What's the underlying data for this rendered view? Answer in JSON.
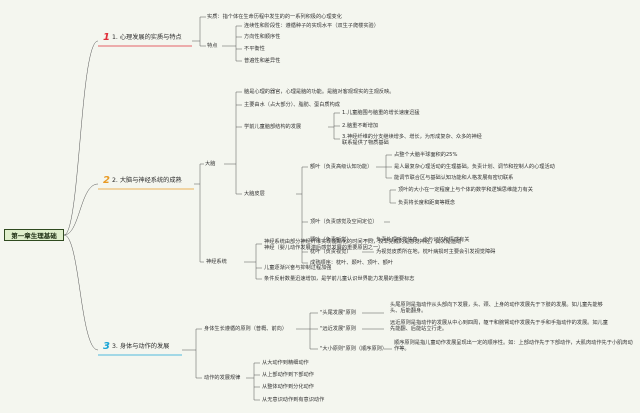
{
  "root": "第一章生理基础",
  "branches": {
    "b1": {
      "num": "1",
      "label": "1. 心理发展的实质与特点",
      "color": "#e0303a"
    },
    "b2": {
      "num": "2",
      "label": "2. 大脑与神经系统的成熟",
      "color": "#e89a24"
    },
    "b3": {
      "num": "3",
      "label": "3. 身体与动作的发展",
      "color": "#1aa5d6"
    }
  },
  "b1": {
    "shizhi": "实质：指个体在生命历程中发生的的一系列积极的心理变化",
    "tedian": "特点",
    "tedian_items": [
      "连续性和阶段性：遵循种子的实现水平（双生子爬楼实验）",
      "方向性和顺序性",
      "不平衡性",
      "普遍性和差异性"
    ]
  },
  "b2": {
    "danao": "大脑",
    "dn1": "脑是心理的器官，心理是脑的功能。是脑对客观现实的主观反映。",
    "dn2": "主要由水（占大部分）、脂肪、蛋白质构成",
    "xueling": "学前儿童脑部结构的发展",
    "xl_items": [
      "1.儿童脑围与脑重的增长速度迅猛",
      "2.脑重不断增加",
      "3.神经纤维的分支继续增多、增长，为形成复杂、众多的神经联系提供了物质基础"
    ],
    "piceng": "大脑皮层",
    "eye": "额叶（负责高级认知功能）",
    "eye_items": [
      "占整个大脑半球面积的25%",
      "是人最复杂心理活动的生理基础。负责计划、调节和控制人的心理活动",
      "能调节联合区与基础认知功能和人格发展有密切联系"
    ],
    "dingye": "顶叶（负责感觉及空间定位）",
    "dy_items": [
      "顶叶的大小在一定程度上与个体的数学和逻辑思维能力有关",
      "负责将长度和距离等概念"
    ],
    "zhenye": "颞叶（负责听觉）",
    "zhenye_desc": "负责处理听觉信息，也与记忆和情感有关",
    "zhenye2": "枕叶（负责视觉）",
    "zhenye2_desc": "为视觉皮质所在地，枕叶病损时主要会引发视觉障碍",
    "shunxu": "成熟顺序：枕叶、颞叶、顶叶、额叶",
    "shenjing": "神经系统",
    "sj_items": [
      "神经系统由部分神经纤维实现髓鞘化的时间不同，较早完成的是感觉神经，其次是运动神经（婴儿动作发展滞后感觉发展的重要原因之一）",
      "儿童逐渐兴奋与抑制过程加强",
      "条件反射数量迅速增加，是学前儿童认识世界能力发展的重要标志"
    ]
  },
  "b3": {
    "yuanze": "身体生长遵循的原则（普概、前向）",
    "tou": "\"头尾发展\"原则",
    "tou_desc": "头尾原则是指动作从头部向下发展，头、颈、上身的动作发展先于下肢的发展。如儿童先能够头、后能翻身。",
    "yuan": "\"远近发展\"原则",
    "yuan_desc": "远近原则是指动作的发展从中心到四周，躯干和腕臂动作发展先于手和手指动作的发展。如儿童先能翻、后能站立行走。",
    "daxiao": "\"大小原则\"原则（顺序原则）",
    "daxiao_desc": "顺序原则是指儿童动作发展呈现出一定的顺序性。如：上部动作先于下部动作，大肌肉动作先于小肌肉动作等。",
    "guilv": "动作的发展规律",
    "gl_items": [
      "从大动作到精细动作",
      "从上部动作到下部动作",
      "从整体动作到分化动作",
      "从无意识动作到有意识动作"
    ]
  }
}
